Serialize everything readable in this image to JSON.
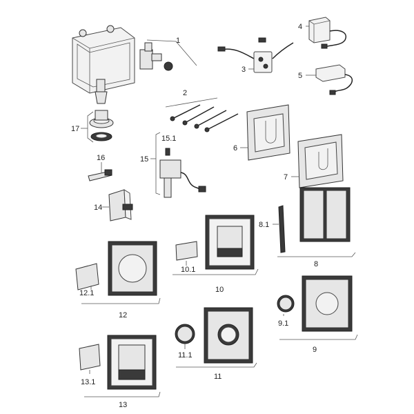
{
  "labels": {
    "l1": "1",
    "l2": "2",
    "l3": "3",
    "l4": "4",
    "l5": "5",
    "l6": "6",
    "l7": "7",
    "l8": "8",
    "l8_1": "8.1",
    "l9": "9",
    "l9_1": "9.1",
    "l10": "10",
    "l10_1": "10.1",
    "l11": "11",
    "l11_1": "11.1",
    "l12": "12",
    "l12_1": "12.1",
    "l13": "13",
    "l13_1": "13.1",
    "l14": "14",
    "l15": "15",
    "l15_1": "15.1",
    "l16": "16",
    "l17": "17"
  }
}
